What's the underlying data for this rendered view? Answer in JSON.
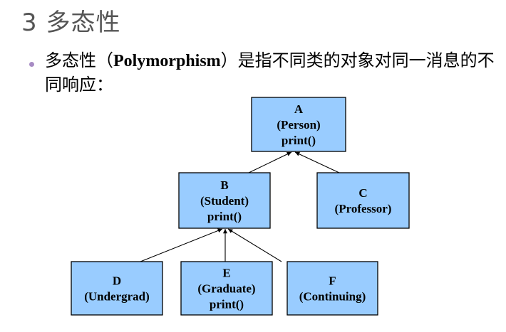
{
  "title": "3 多态性",
  "bullet": {
    "prefix": "多态性（",
    "term": "Polymorphism",
    "suffix": "）是指不同类的对象对同一消息的不同响应："
  },
  "diagram": {
    "nodes": [
      {
        "id": "A",
        "lines": [
          "A",
          "(Person)",
          "print()"
        ]
      },
      {
        "id": "B",
        "lines": [
          "B",
          "(Student)",
          "print()"
        ]
      },
      {
        "id": "C",
        "lines": [
          "C",
          "(Professor)"
        ]
      },
      {
        "id": "D",
        "lines": [
          "D",
          "(Undergrad)"
        ]
      },
      {
        "id": "E",
        "lines": [
          "E",
          "(Graduate)",
          "print()"
        ]
      },
      {
        "id": "F",
        "lines": [
          "F",
          "(Continuing)"
        ]
      }
    ],
    "edges": [
      {
        "from": "B",
        "to": "A"
      },
      {
        "from": "C",
        "to": "A"
      },
      {
        "from": "D",
        "to": "B"
      },
      {
        "from": "E",
        "to": "B"
      },
      {
        "from": "F",
        "to": "B"
      }
    ],
    "colors": {
      "box_fill": "#99ccff",
      "title": "#555555",
      "bullet_dot": "#a78bc4"
    }
  }
}
